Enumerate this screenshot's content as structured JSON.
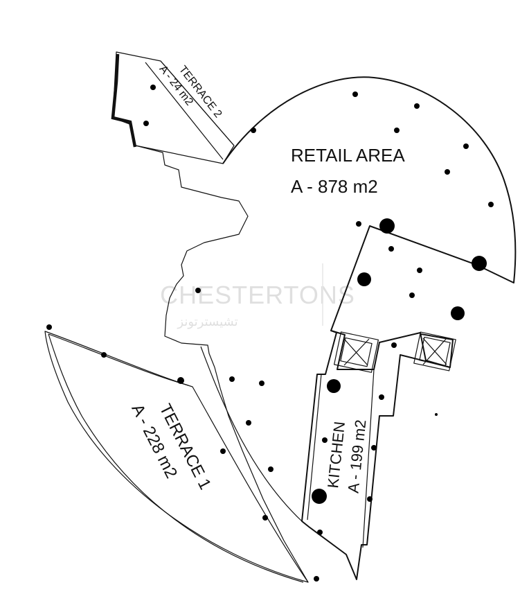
{
  "rooms": {
    "retail": {
      "name": "RETAIL AREA",
      "area": "A - 878 m2"
    },
    "kitchen": {
      "name": "KITCHEN",
      "area": "A - 199 m2"
    },
    "terrace1": {
      "name": "TERRACE 1",
      "area": "A - 228 m2"
    },
    "terrace2": {
      "name": "TERRACE 2",
      "area": "A - 24 m2"
    }
  },
  "watermark": {
    "text": "CHESTERTONS",
    "arabic": "تشيسترتونز"
  },
  "colors": {
    "line": "#111111",
    "background": "#ffffff",
    "watermark": "#dcdcdc"
  }
}
